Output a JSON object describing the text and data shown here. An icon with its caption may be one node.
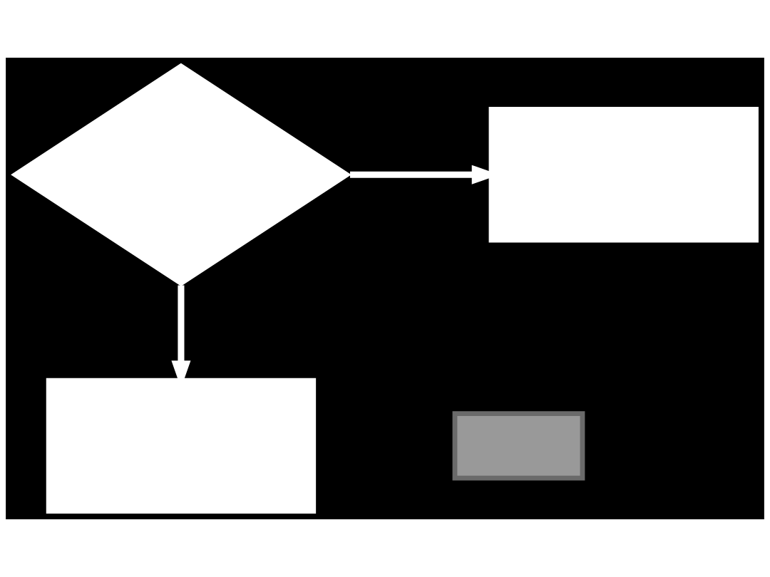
{
  "diagram": {
    "nodes": [
      {
        "text": [],
        "shape": "diamond"
      },
      {
        "text": [],
        "shape": "box"
      },
      {
        "text": [],
        "shape": "box"
      },
      {
        "text": [],
        "shape": "box"
      }
    ],
    "edges": [
      {
        "from": 0,
        "to": 1,
        "arrow": "to"
      },
      {
        "from": 0,
        "to": 2,
        "arrow": "to"
      }
    ]
  }
}
